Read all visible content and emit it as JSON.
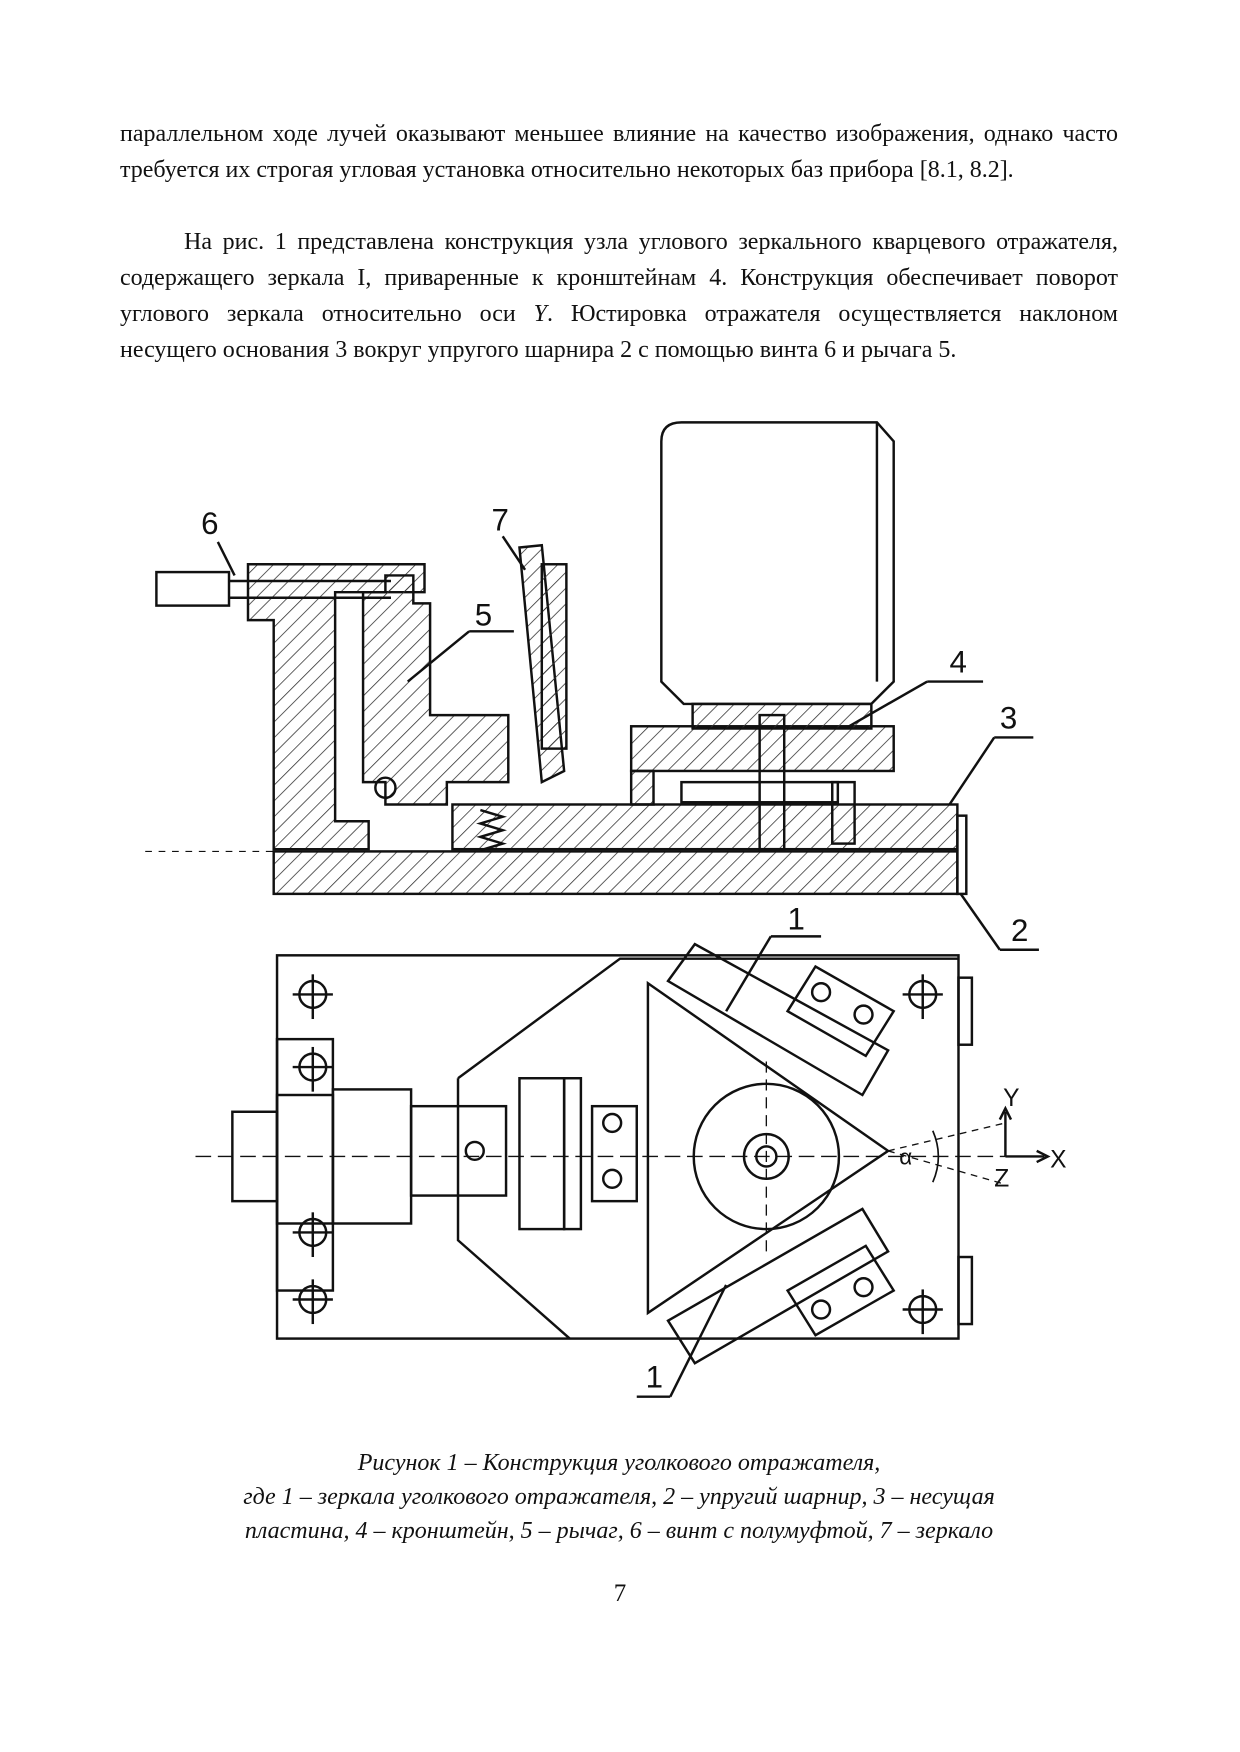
{
  "body": {
    "paragraph1": "параллельном ходе лучей оказывают меньшее влияние на качество изображения, однако часто требуется их строгая угловая установка относительно некоторых баз прибора [8.1, 8.2].",
    "paragraph2_pre": "На рис. 1 представлена конструкция узла углового зеркального кварцевого отражателя, содержащего зеркала I, приваренные к кронштейнам 4. Конструкция обеспечивает поворот углового зеркала относительно оси ",
    "paragraph2_axis": "Y",
    "paragraph2_post": ". Юстировка отражателя осуществляется наклоном несущего основания 3 вокруг упругого шарнира 2 с помощью винта 6 и рычага 5."
  },
  "figure": {
    "labels": {
      "screw": "6",
      "lever": "5",
      "mirror": "7",
      "bracket": "4",
      "plate": "3",
      "hinge": "2",
      "corner_mirror_top": "1",
      "corner_mirror_bottom": "1",
      "axis_y": "Y",
      "axis_x": "X",
      "axis_z": "Z",
      "angle": "α"
    },
    "caption": [
      "Рисунок 1 – Конструкция уголкового отражателя,",
      "где 1 – зеркала уголкового отражателя, 2 – упругий шарнир, 3 – несущая",
      "пластина, 4 – кронштейн, 5 – рычаг, 6 – винт с полумуфтой, 7 – зеркало"
    ]
  },
  "page_number": "7"
}
